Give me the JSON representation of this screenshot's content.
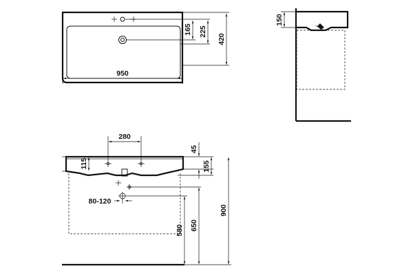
{
  "top_view": {
    "dim_width": "950",
    "dim_tap_hole": "165",
    "dim_overflow": "225",
    "dim_depth": "420"
  },
  "side_view": {
    "dim_height": "150"
  },
  "front_view": {
    "dim_tap_spacing": "280",
    "dim_rim_45": "45",
    "dim_basin_115": "115",
    "dim_basin_155": "155",
    "dim_waste": "80-120",
    "dim_580": "580",
    "dim_650": "650",
    "dim_900": "900"
  }
}
